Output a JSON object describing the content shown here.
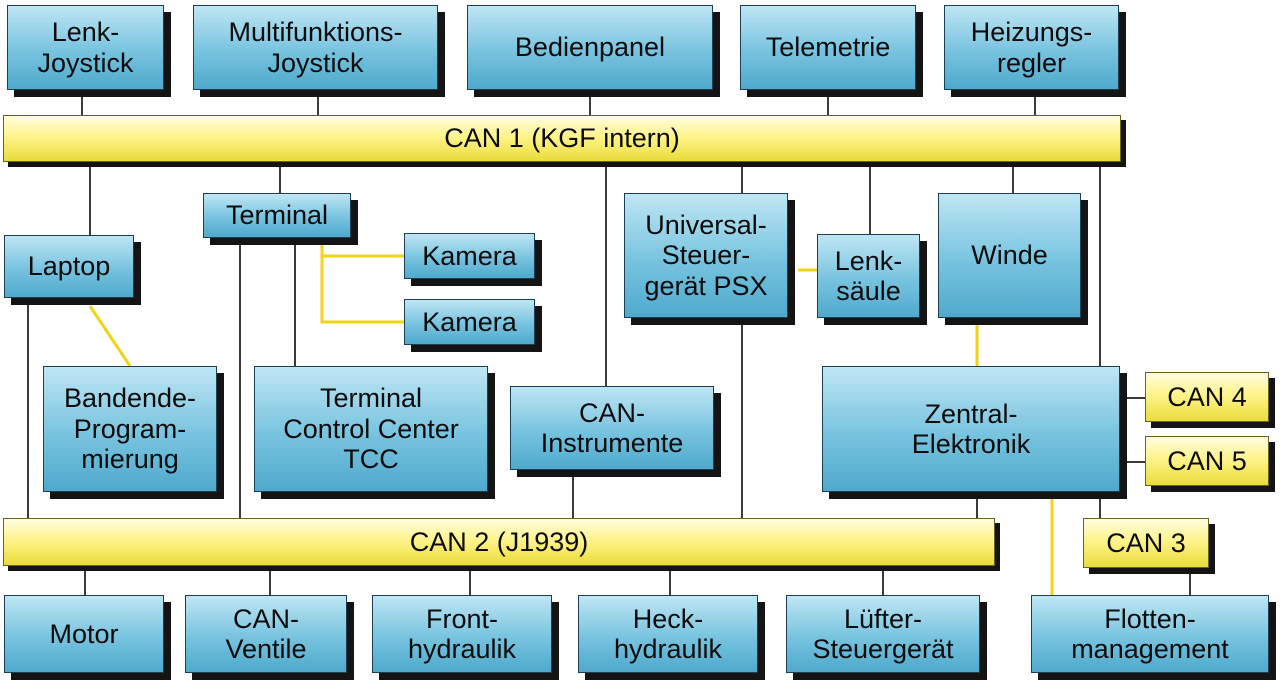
{
  "buses": {
    "can1": "CAN 1 (KGF intern)",
    "can2": "CAN 2 (J1939)"
  },
  "top_nodes": {
    "lenk_joystick": "Lenk-\nJoystick",
    "multifunktions_joystick": "Multifunktions-\nJoystick",
    "bedienpanel": "Bedienpanel",
    "telemetrie": "Telemetrie",
    "heizungsregler": "Heizungs-\nregler"
  },
  "middle_nodes": {
    "laptop": "Laptop",
    "terminal": "Terminal",
    "kamera_1": "Kamera",
    "kamera_2": "Kamera",
    "universal_steuergeraet": "Universal-\nSteuer-\ngerät PSX",
    "lenksaeule": "Lenk-\nsäule",
    "winde": "Winde",
    "bandende_programmierung": "Bandende-\nProgram-\nmierung",
    "terminal_control_center": "Terminal\nControl Center\nTCC",
    "can_instrumente": "CAN-\nInstrumente",
    "zentral_elektronik": "Zentral-\nElektronik"
  },
  "can_ports": {
    "can3": "CAN 3",
    "can4": "CAN 4",
    "can5": "CAN 5"
  },
  "bottom_nodes": {
    "motor": "Motor",
    "can_ventile": "CAN-\nVentile",
    "fronthydraulik": "Front-\nhydraulik",
    "heckhydraulik": "Heck-\nhydraulik",
    "luefter_steuergeraet": "Lüfter-\nSteuergerät",
    "flottenmanagement": "Flotten-\nmanagement"
  },
  "colors": {
    "node_fill": "#77c3df",
    "bus_fill": "#fff48c",
    "link_yellow": "#f2d21a",
    "link_dark": "#3a3a3a"
  }
}
